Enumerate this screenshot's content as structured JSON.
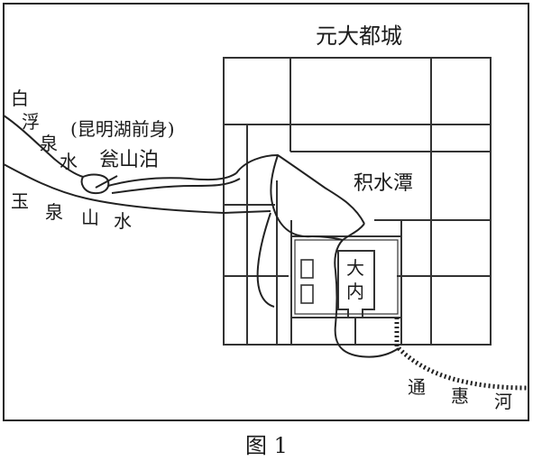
{
  "figure": {
    "frame": "map-frame",
    "labels": {
      "city": "元大都城",
      "lake": "积水潭",
      "palace_1": "大",
      "palace_2": "内",
      "weng_shan_po": "瓮山泊",
      "kunming_note": "(昆明湖前身)",
      "baifu_1": "白",
      "baifu_2": "浮",
      "baifu_3": "泉",
      "baifu_4": "水",
      "yuquan_1": "玉",
      "yuquan_2": "泉",
      "yuquan_3": "山",
      "yuquan_4": "水",
      "tonghui_1": "通",
      "tonghui_2": "惠",
      "tonghui_3": "河"
    },
    "caption": "图 1"
  }
}
